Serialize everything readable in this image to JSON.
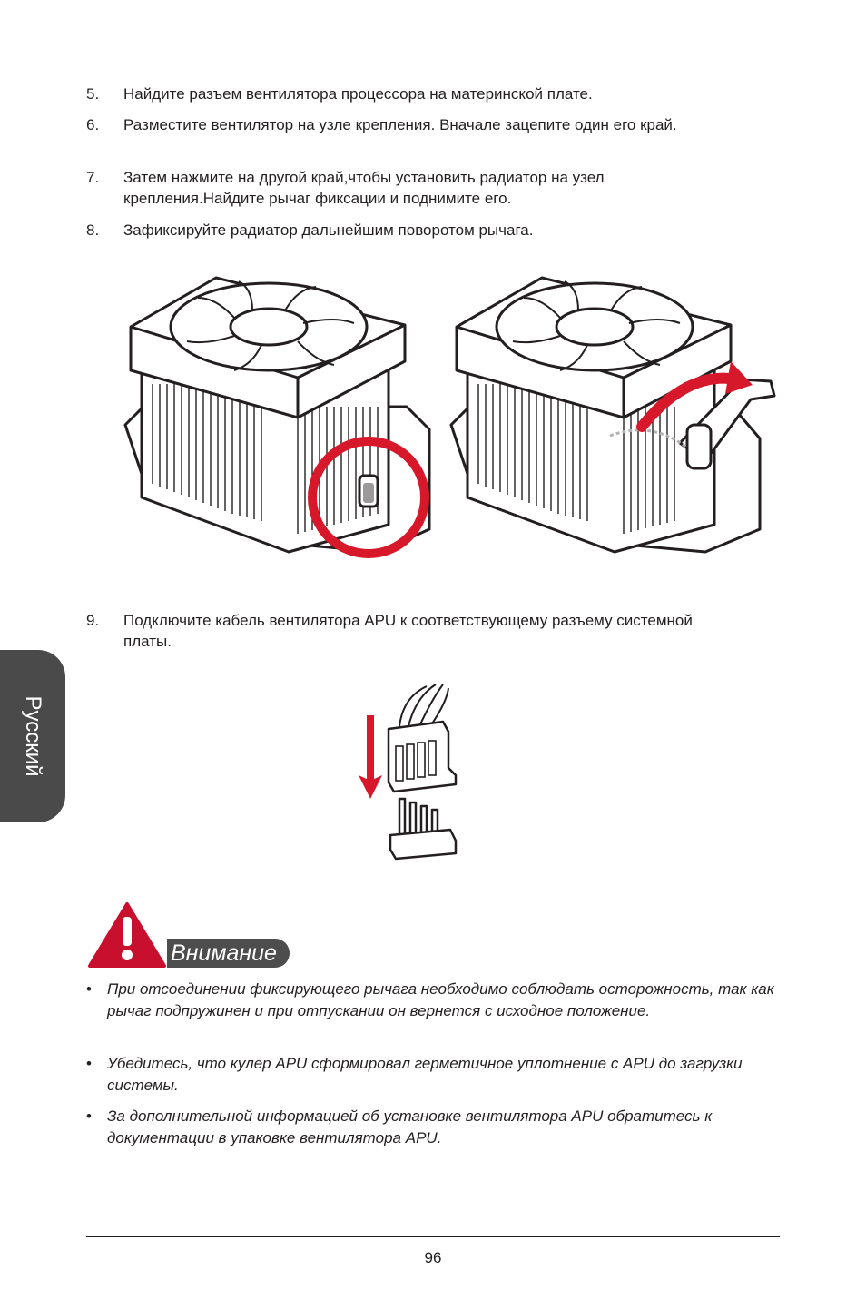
{
  "steps_top": [
    {
      "num": "5.",
      "text": "Найдите разъем вентилятора процессора на материнской плате."
    },
    {
      "num": "6.",
      "text": "Разместите вентилятор на узле крепления. Вначале зацепите один его край."
    },
    {
      "num": "7.",
      "text": "Затем нажмите на другой край,чтобы установить радиатор на узел крепления.Найдите рычаг фиксации и поднимите его."
    },
    {
      "num": "8.",
      "text": "Зафиксируйте радиатор дальнейшим поворотом рычага."
    }
  ],
  "step9": {
    "num": "9.",
    "text": "Подключите кабель вентилятора  APU к соответствующему разъему системной платы."
  },
  "side_tab": "Русский",
  "caution": {
    "title": "Внимание",
    "bullets": [
      "При отсоединении фиксирующего рычага необходимо соблюдать осторожность, так как рычаг подпружинен и при отпускании он вернется с исходное положение.",
      "Убедитесь, что кулер APU сформировал герметичное уплотнение с  APU до загрузки системы.",
      "За дополнительной информацией об установке вентилятора APU обратитесь к документации в упаковке вентилятора  APU."
    ]
  },
  "bullet_symbol": "•",
  "page_number": "96",
  "colors": {
    "accent_red": "#d7182a",
    "tab_gray": "#4a4a4a"
  }
}
